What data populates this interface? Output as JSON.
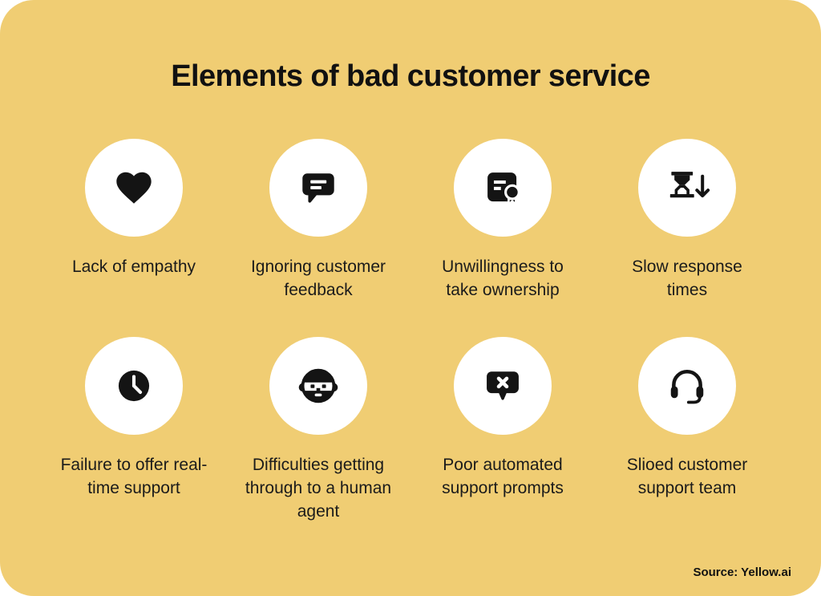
{
  "page": {
    "title": "Elements of bad customer service",
    "source": "Source: Yellow.ai",
    "colors": {
      "background": "#F0CD73",
      "circle": "#FFFFFF",
      "ink": "#141414"
    }
  },
  "items": [
    {
      "icon": "heart-icon",
      "label": "Lack of empathy"
    },
    {
      "icon": "chat-feedback-icon",
      "label": "Ignoring customer feedback"
    },
    {
      "icon": "certificate-ownership-icon",
      "label": "Unwillingness to take ownership"
    },
    {
      "icon": "hourglass-down-arrow-icon",
      "label": "Slow response times"
    },
    {
      "icon": "clock-icon",
      "label": "Failure to offer real-time support"
    },
    {
      "icon": "human-agent-face-icon",
      "label": "Difficulties getting through to a human agent"
    },
    {
      "icon": "bubble-error-icon",
      "label": "Poor automated support prompts"
    },
    {
      "icon": "headset-icon",
      "label": "Slioed customer support team"
    }
  ]
}
